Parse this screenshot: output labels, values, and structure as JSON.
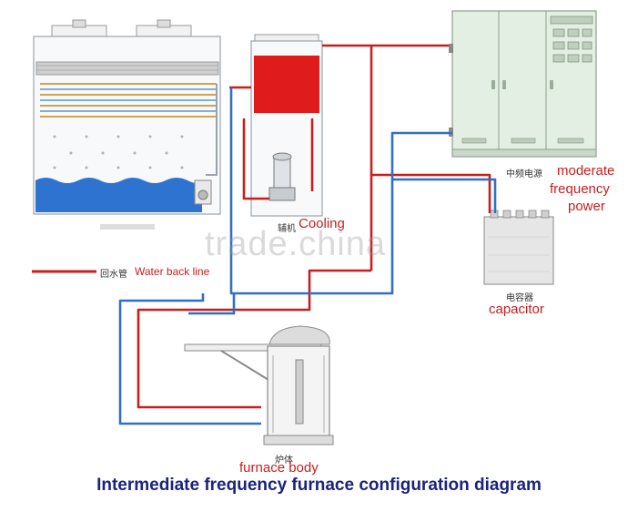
{
  "labels": {
    "moderate_frequency_power_cn": "中频电源",
    "moderate_frequency_power": [
      "moderate",
      "frequency",
      "power"
    ],
    "capacitor_cn": "电容器",
    "capacitor": "capacitor",
    "cooling": "Cooling",
    "pump_cn": "辅机",
    "furnace_body_cn": "炉体",
    "furnace_body": "furnace body",
    "legend_cn": "回水管",
    "legend": "Water back line",
    "watermark": "trade.china"
  },
  "title": "Intermediate frequency furnace configuration diagram",
  "colors": {
    "water_back_line": "#c81e1e",
    "supply_line": "#2f6fc8",
    "tank_water": "#e01b1b",
    "basin_water": "#2f73d0",
    "cabinet": "#e4efe3",
    "title": "#1a237e"
  }
}
